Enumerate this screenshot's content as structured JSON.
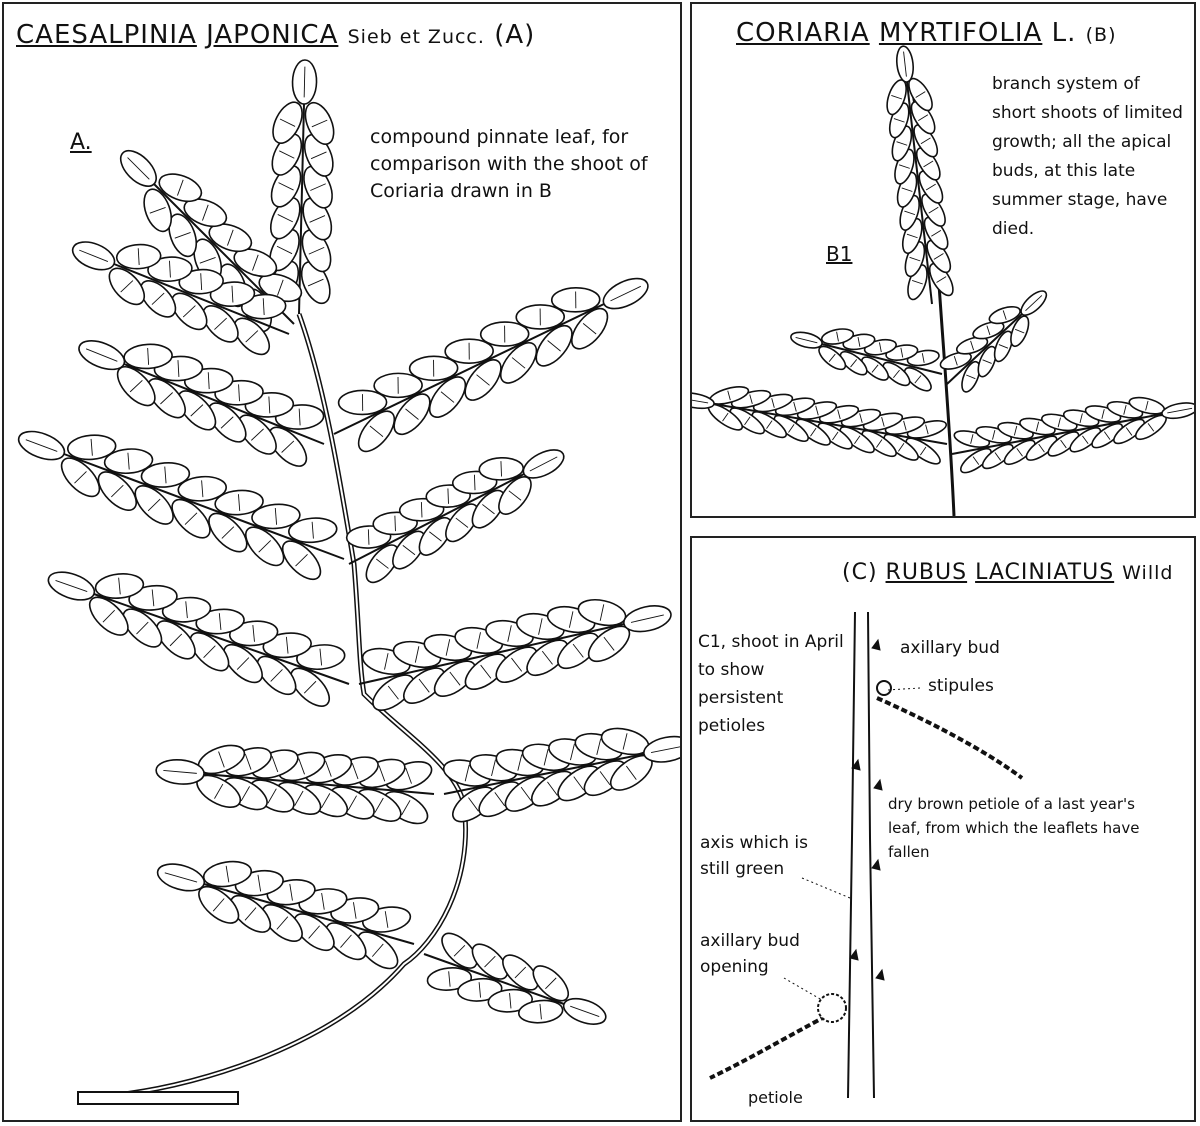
{
  "panel_a": {
    "title_genus": "CAESALPINIA",
    "title_species": "JAPONICA",
    "title_author": "Sieb et Zucc.",
    "title_tag": "(A)",
    "label": "A.",
    "annotation": "compound pinnate leaf, for comparison with the shoot of Coriaria drawn in B"
  },
  "panel_b": {
    "title_genus": "CORIARIA",
    "title_species": "MYRTIFOLIA",
    "title_author": "L.",
    "title_tag": "(B)",
    "label": "B1",
    "annotation": "branch system of short shoots of limited growth; all the apical buds, at this late summer stage, have died."
  },
  "panel_c": {
    "title_tag": "(C)",
    "title_genus": "RUBUS",
    "title_species": "LACINIATUS",
    "title_author": "Willd",
    "label_annotation": "C1, shoot in April to show persistent petioles",
    "axillary_bud": "axillary bud",
    "stipules": "stipules",
    "dry_petiole": "dry brown petiole of a last year's leaf, from which the leaflets have fallen",
    "axis_green": "axis which is still green",
    "bud_opening": "axillary bud opening",
    "petiole": "petiole"
  }
}
